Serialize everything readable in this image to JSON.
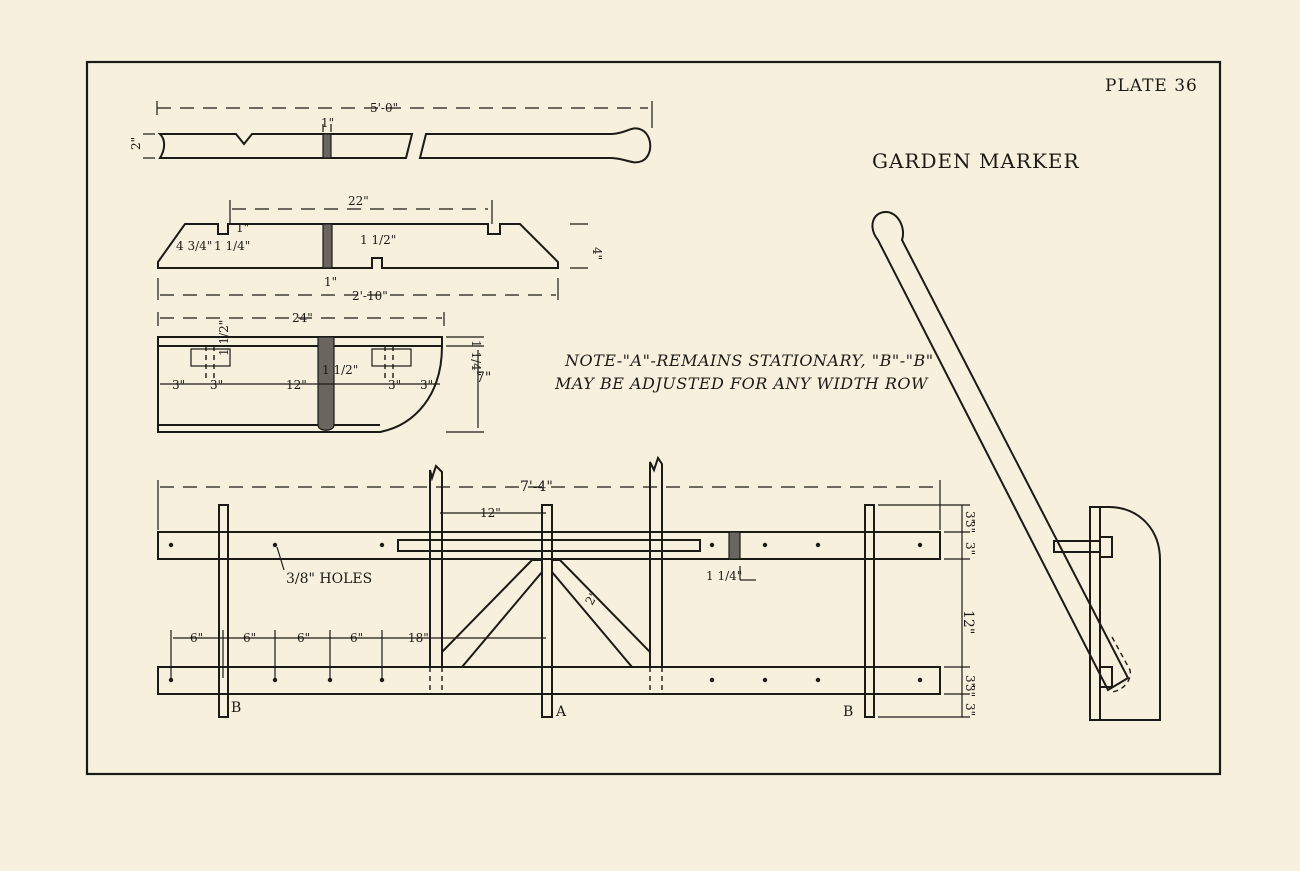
{
  "plate_label": "PLATE 36",
  "title": "GARDEN MARKER",
  "note": {
    "line1": "NOTE-\"A\"-REMAINS STATIONARY, \"B\"-\"B\"",
    "line2": "MAY BE ADJUSTED FOR ANY WIDTH ROW"
  },
  "handle_view": {
    "length": "5'-0\"",
    "width": "1\"",
    "height": "2\""
  },
  "runner_side_view": {
    "notch_spacing": "22\"",
    "left_offset": "4 3/4\"",
    "notch_width": "1 1/4\"",
    "notch_depth": "1\"",
    "small_notch": "1 1/2\"",
    "tenon": "1\"",
    "height": "4\"",
    "length": "2'-10\""
  },
  "sled_view": {
    "length": "24\"",
    "thickness": "1 1/4\"",
    "block_h": "1 1/2\"",
    "spacing": [
      "3\"",
      "3\"",
      "12\"",
      "3\"",
      "3\""
    ],
    "center": "1 1/2\"",
    "height": "7\""
  },
  "plan_view": {
    "overall": "7'-4\"",
    "center_bar": "12\"",
    "holes": "3/8\" HOLES",
    "spacings": [
      "6\"",
      "6\"",
      "6\"",
      "6\"",
      "18\""
    ],
    "brace": "2\"",
    "marker": "1 1/4\"",
    "right_dims": [
      "3\"",
      "3\"",
      "3\"",
      "12\"",
      "3\"",
      "3\"",
      "3\""
    ],
    "labels": [
      "B",
      "A",
      "B"
    ]
  }
}
